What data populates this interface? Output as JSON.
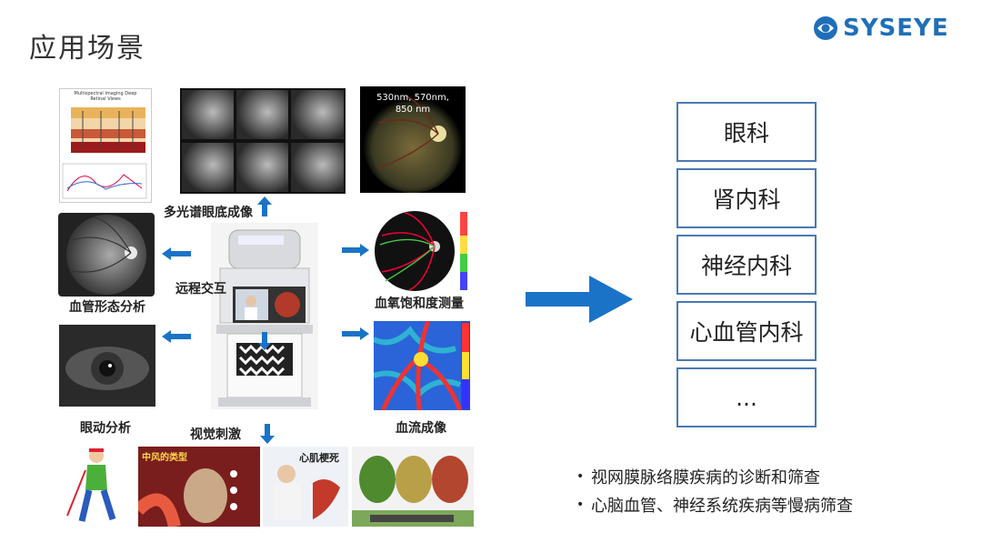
{
  "header": {
    "title": "应用场景",
    "logo_text": "SYSEYE"
  },
  "diagram": {
    "labels": {
      "multispectral": "多光谱眼底成像",
      "vessel_morphology": "血管形态分析",
      "remote_interaction": "远程交互",
      "oxygen_saturation": "血氧饱和度测量",
      "eye_movement": "眼动分析",
      "visual_stimulus": "视觉刺激",
      "blood_flow": "血流成像"
    },
    "fundus_wavelength_text": "530nm, 570nm, 850 nm",
    "chart_title": "Multispectral Imaging Deep Retinal Views",
    "stroke_image_title": "中风的类型",
    "mi_image_title": "心肌梗死",
    "colors": {
      "arrow": "#1a73c7",
      "box_border": "#4a79b5",
      "logo": "#1f6fb8"
    }
  },
  "departments": [
    {
      "label": "眼科"
    },
    {
      "label": "肾内科"
    },
    {
      "label": "神经内科"
    },
    {
      "label": "心血管内科"
    },
    {
      "label": "..."
    }
  ],
  "bullets": [
    {
      "text": "视网膜脉络膜疾病的诊断和筛查"
    },
    {
      "text": "心脑血管、神经系统疾病等慢病筛查"
    }
  ]
}
